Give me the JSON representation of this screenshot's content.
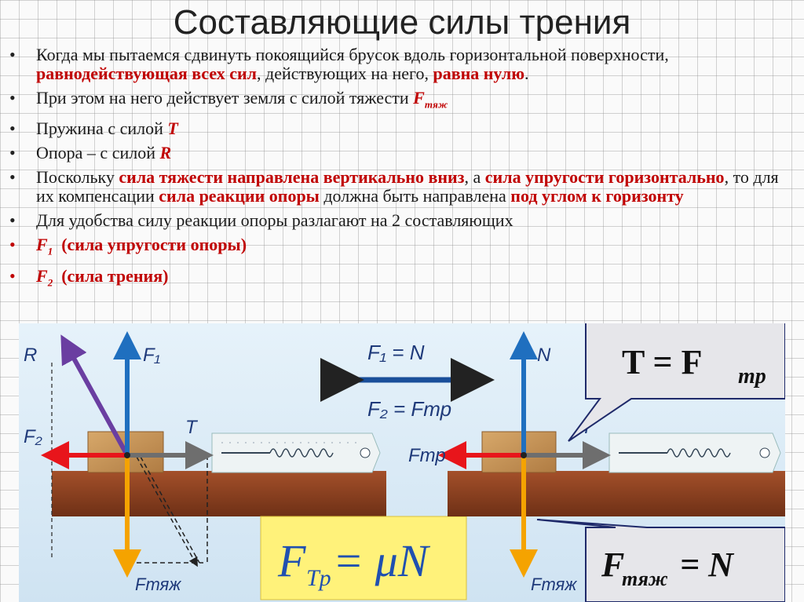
{
  "title": "Составляющие силы трения",
  "bullets": [
    {
      "parts": [
        {
          "t": "Когда мы пытаемся сдвинуть покоящийся брусок вдоль горизонтальной поверхности, ",
          "hl": false
        },
        {
          "t": "равнодействующая всех сил",
          "hl": true
        },
        {
          "t": ", действующих на него, ",
          "hl": false
        },
        {
          "t": "равна нулю",
          "hl": true
        },
        {
          "t": ".",
          "hl": false
        }
      ]
    },
    {
      "text": "При этом на него действует земля с силой тяжести ",
      "var": "F",
      "var_sub": "тяж"
    },
    {
      "text": "Пружина с силой ",
      "var": "T"
    },
    {
      "text": "Опора – с силой ",
      "var": "R"
    },
    {
      "parts": [
        {
          "t": "Поскольку ",
          "hl": false
        },
        {
          "t": "сила тяжести направлена вертикально вниз",
          "hl": true
        },
        {
          "t": ", а ",
          "hl": false
        },
        {
          "t": "сила упругости горизонтально",
          "hl": true
        },
        {
          "t": ", то для их компенсации ",
          "hl": false
        },
        {
          "t": "сила реакции опоры",
          "hl": true
        },
        {
          "t": " должна быть направлена ",
          "hl": false
        },
        {
          "t": "под углом к горизонту",
          "hl": true
        }
      ]
    },
    {
      "text": "Для удобства силу реакции опоры разлагают на 2 составляющих"
    },
    {
      "var": "F",
      "var_sub": "1",
      "rest": "(сила упругости опоры)"
    },
    {
      "var": "F",
      "var_sub": "2",
      "rest": "(сила трения)"
    }
  ],
  "figure": {
    "left": {
      "R": "R",
      "F1": "F₁",
      "F2": "F₂",
      "T": "T",
      "Ftyazh": "Fтяж"
    },
    "center": {
      "eq1": "F₁ = N",
      "eq2": "F₂ = Fтр"
    },
    "right": {
      "N": "N",
      "Ftr": "Fтр",
      "T": "T",
      "Ftyazh": "Fтяж"
    },
    "formula": {
      "F": "F",
      "sub": "Tp",
      "eq": " = μN"
    },
    "callout_top": {
      "lhs": "T = F",
      "sub": "тр"
    },
    "callout_bottom": {
      "F": "F",
      "sub": "тяж",
      "rhs": " = N"
    },
    "colors": {
      "blue": "#1f6fbf",
      "red": "#e8151b",
      "orange": "#f5a300",
      "gray": "#6e6e6e",
      "purple": "#6a3ea1",
      "dark_blue_arrow": "#1a4f9a"
    }
  }
}
